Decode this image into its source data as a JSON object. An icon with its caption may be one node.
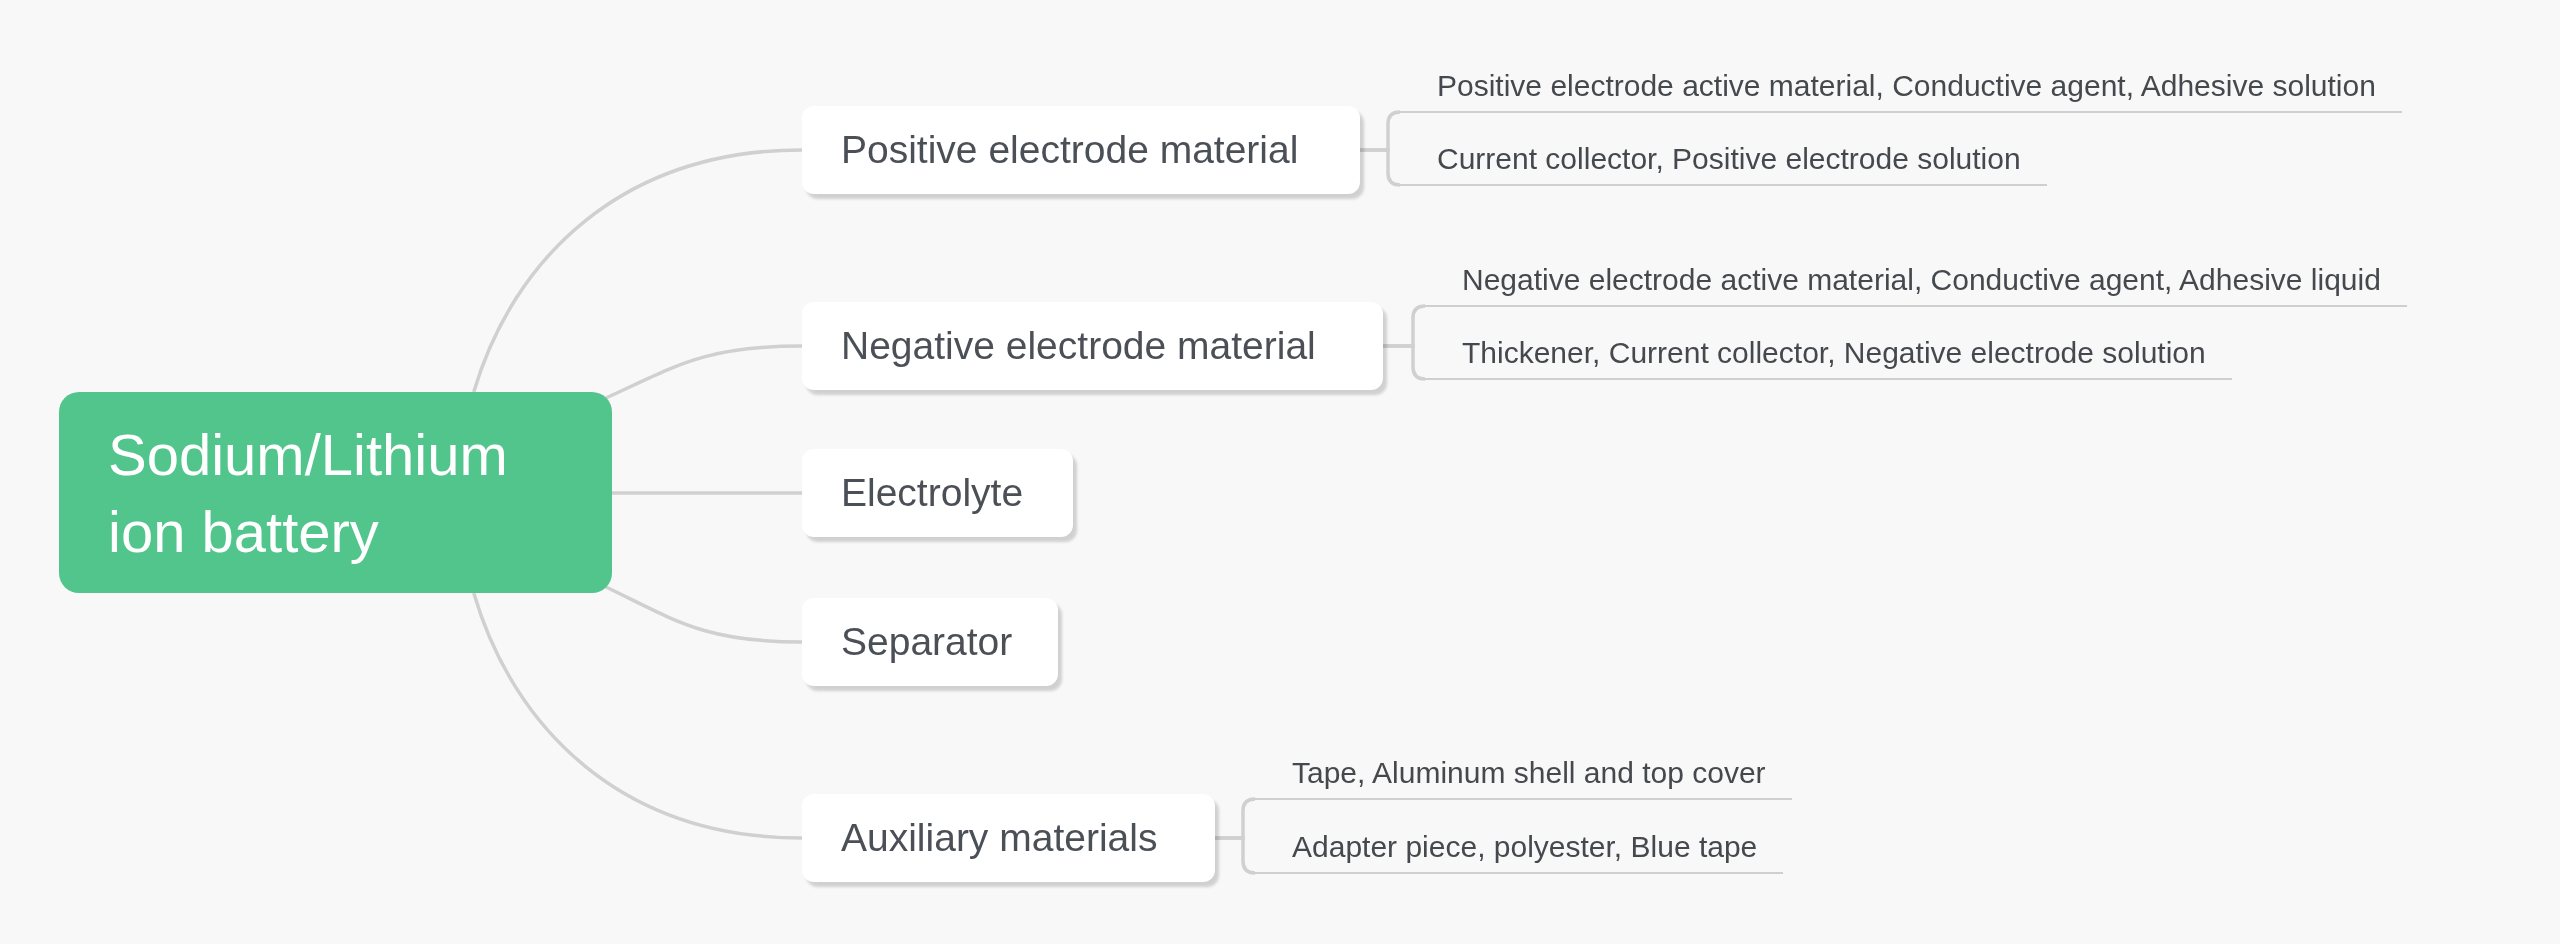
{
  "diagram": {
    "nodes": [
      {
        "text": [
          "Sodium/Lithium ion battery"
        ]
      },
      {
        "text": [
          "Positive electrode material"
        ]
      },
      {
        "text": [
          "Positive electrode active material, Conductive agent, Adhesive solution"
        ]
      },
      {
        "text": [
          "Current collector, Positive electrode solution"
        ]
      },
      {
        "text": [
          "Negative electrode material"
        ]
      },
      {
        "text": [
          "Negative electrode active material, Conductive agent, Adhesive liquid"
        ]
      },
      {
        "text": [
          "Thickener, Current collector, Negative electrode solution"
        ]
      },
      {
        "text": [
          "Electrolyte"
        ]
      },
      {
        "text": [
          "Separator"
        ]
      },
      {
        "text": [
          "Auxiliary materials"
        ]
      },
      {
        "text": [
          "Tape, Aluminum shell and top cover"
        ]
      },
      {
        "text": [
          "Adapter piece, polyester, Blue tape"
        ]
      }
    ],
    "edges": [
      {
        "from": 0,
        "to": 1,
        "arrow": "none"
      },
      {
        "from": 1,
        "to": 2,
        "arrow": "none"
      },
      {
        "from": 1,
        "to": 3,
        "arrow": "none"
      },
      {
        "from": 0,
        "to": 4,
        "arrow": "none"
      },
      {
        "from": 4,
        "to": 5,
        "arrow": "none"
      },
      {
        "from": 4,
        "to": 6,
        "arrow": "none"
      },
      {
        "from": 0,
        "to": 7,
        "arrow": "none"
      },
      {
        "from": 0,
        "to": 8,
        "arrow": "none"
      },
      {
        "from": 0,
        "to": 9,
        "arrow": "none"
      },
      {
        "from": 9,
        "to": 10,
        "arrow": "none"
      },
      {
        "from": 9,
        "to": 11,
        "arrow": "none"
      }
    ]
  }
}
